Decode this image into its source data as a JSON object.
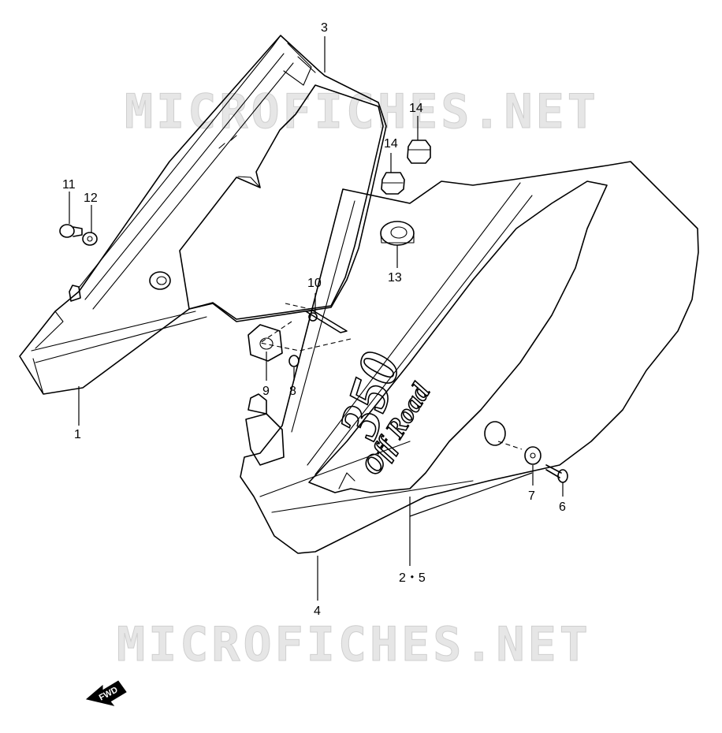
{
  "watermark": {
    "text": "MICROFICHES.NET",
    "color": "#cfcfcf"
  },
  "callouts": [
    {
      "id": "c1",
      "label": "1"
    },
    {
      "id": "c3",
      "label": "3"
    },
    {
      "id": "c4",
      "label": "4"
    },
    {
      "id": "c25",
      "label": "2・5"
    },
    {
      "id": "c6",
      "label": "6"
    },
    {
      "id": "c7",
      "label": "7"
    },
    {
      "id": "c8",
      "label": "8"
    },
    {
      "id": "c9",
      "label": "9"
    },
    {
      "id": "c10",
      "label": "10"
    },
    {
      "id": "c11",
      "label": "11"
    },
    {
      "id": "c12",
      "label": "12"
    },
    {
      "id": "c13",
      "label": "13"
    },
    {
      "id": "c14a",
      "label": "14"
    },
    {
      "id": "c14b",
      "label": "14"
    }
  ],
  "decal": {
    "number": "350",
    "script": "Off Road"
  },
  "fwd_arrow": {
    "label": "FWD"
  }
}
